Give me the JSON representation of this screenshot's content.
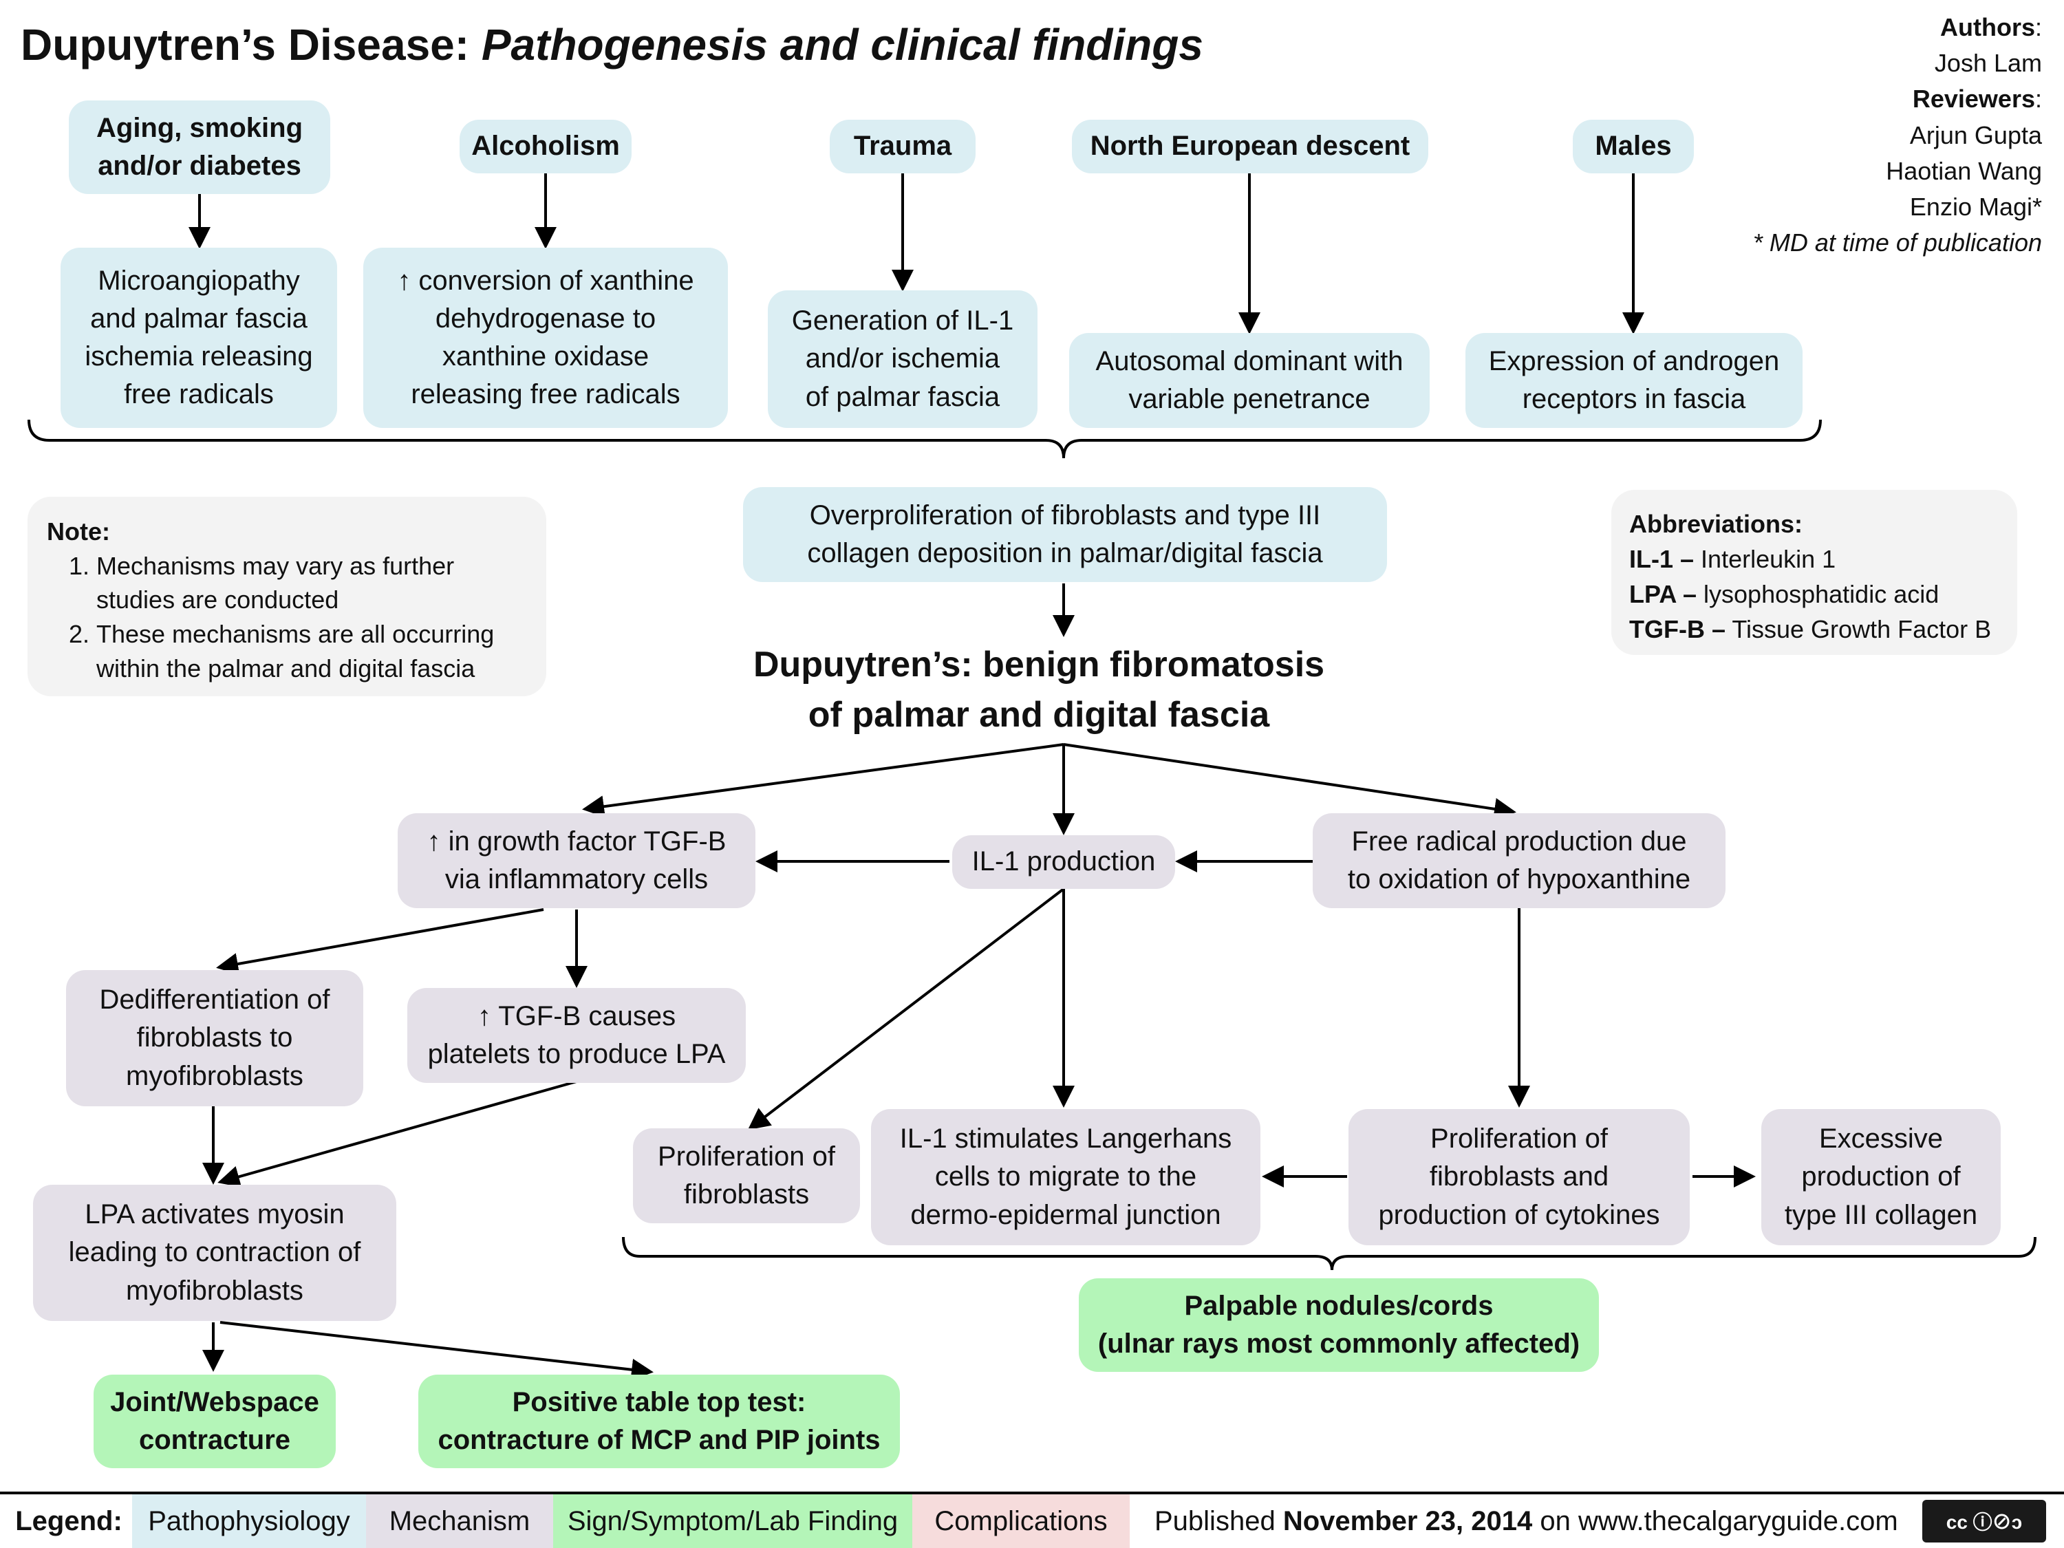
{
  "title": {
    "main": "Dupuytren’s Disease:",
    "sub": "Pathogenesis and clinical findings"
  },
  "authors": {
    "authors_label": "Authors",
    "authors": [
      "Josh Lam"
    ],
    "reviewers_label": "Reviewers",
    "reviewers": [
      "Arjun Gupta",
      "Haotian Wang",
      "Enzio Magi*"
    ],
    "footnote": "* MD at time of publication"
  },
  "causes": {
    "aging": "Aging, smoking\nand/or diabetes",
    "alcoholism": "Alcoholism",
    "trauma": "Trauma",
    "north_european": "North European descent",
    "males": "Males"
  },
  "mechanisms_top": {
    "microangiopathy": "Microangiopathy\nand palmar fascia\nischemia releasing\nfree radicals",
    "xanthine": "↑ conversion of xanthine\ndehydrogenase to\nxanthine oxidase\nreleasing free radicals",
    "il1_generation": "Generation of IL-1\nand/or ischemia\nof palmar fascia",
    "autosomal": "Autosomal dominant with\nvariable penetrance",
    "androgen": "Expression of androgen\nreceptors in fascia"
  },
  "note": {
    "title": "Note:",
    "items": [
      "Mechanisms may vary as further studies are conducted",
      "These mechanisms are all occurring within the palmar and digital fascia"
    ]
  },
  "abbreviations": {
    "title": "Abbreviations:",
    "items": [
      {
        "abbr": "IL-1 –",
        "def": "Interleukin 1"
      },
      {
        "abbr": "LPA –",
        "def": "lysophosphatidic acid"
      },
      {
        "abbr": "TGF-B –",
        "def": "Tissue Growth Factor B"
      }
    ]
  },
  "overproliferation": "Overproliferation of fibroblasts and type III\ncollagen deposition in palmar/digital fascia",
  "dupuytren": "Dupuytren’s: benign fibromatosis\nof palmar and digital fascia",
  "mechanisms_lower": {
    "tgfb_growth": "↑ in growth factor TGF-B\nvia inflammatory cells",
    "il1_production": "IL-1 production",
    "free_radical": "Free radical production due\nto oxidation of hypoxanthine",
    "dedifferentiation": "Dedifferentiation of\nfibroblasts to\nmyofibroblasts",
    "tgfb_platelets": "↑ TGF-B causes\nplatelets to produce LPA",
    "lpa_myosin": "LPA activates myosin\nleading to contraction of\nmyofibroblasts",
    "prolif_fibro": "Proliferation of\nfibroblasts",
    "langerhans": "IL-1 stimulates Langerhans\ncells to migrate to the\ndermo-epidermal junction",
    "prolif_cytokines": "Proliferation of\nfibroblasts and\nproduction of cytokines",
    "collagen3": "Excessive\nproduction of\ntype III collagen"
  },
  "signs": {
    "joint": "Joint/Webspace\ncontracture",
    "tabletop": "Positive table top test:\ncontracture of MCP and PIP joints",
    "nodules": "Palpable nodules/cords\n(ulnar rays most commonly affected)"
  },
  "legend": {
    "label": "Legend:",
    "items": [
      "Pathophysiology",
      "Mechanism",
      "Sign/Symptom/Lab Finding",
      "Complications"
    ],
    "colors": [
      "#dbeef3",
      "#e4e0e8",
      "#b4f5b8",
      "#f6dcdc"
    ],
    "published_prefix": "Published",
    "published_date": "November 23, 2014",
    "published_suffix": "on www.thecalgaryguide.com",
    "license_icon": "cc-by-nc-sa-icon"
  }
}
